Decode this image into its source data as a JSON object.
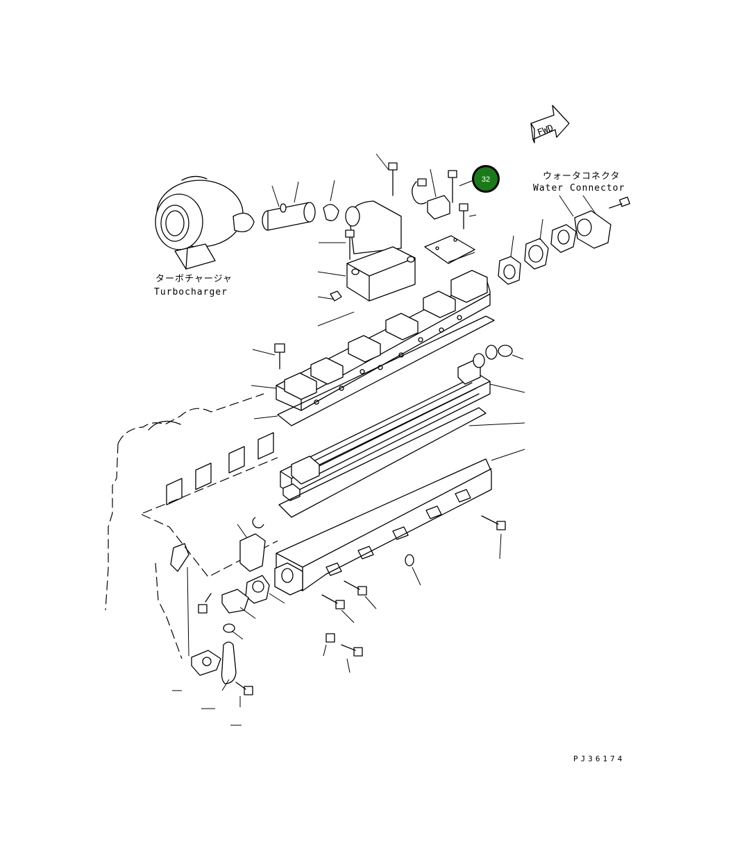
{
  "labels": {
    "turbocharger_jp": "ターボチャージャ",
    "turbocharger_en": "Turbocharger",
    "water_connector_jp": "ウォータコネクタ",
    "water_connector_en": "Water Connector",
    "fwd": "FWD"
  },
  "callout": {
    "number": "32",
    "color": "#1a7a1a"
  },
  "drawing_code": "PJ36174"
}
